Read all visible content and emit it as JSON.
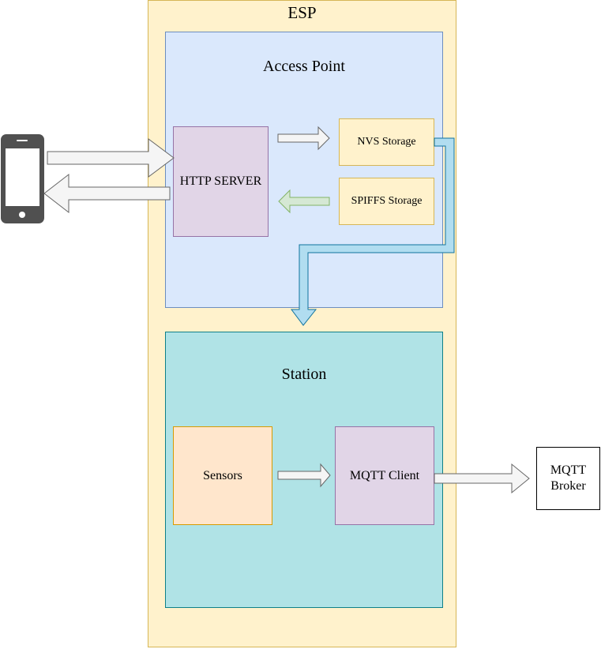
{
  "esp": {
    "title": "ESP"
  },
  "access_point": {
    "title": "Access Point"
  },
  "station": {
    "title": "Station"
  },
  "http_server": {
    "label": "HTTP SERVER"
  },
  "nvs_storage": {
    "label": "NVS Storage"
  },
  "spiffs_storage": {
    "label": "SPIFFS Storage"
  },
  "sensors": {
    "label": "Sensors"
  },
  "mqtt_client": {
    "label": "MQTT Client"
  },
  "mqtt_broker": {
    "label_line1": "MQTT",
    "label_line2": "Broker"
  },
  "colors": {
    "esp_fill": "#fff2cc",
    "esp_stroke": "#d6b656",
    "ap_fill": "#dae8fc",
    "ap_stroke": "#6c8ebf",
    "station_fill": "#b0e3e6",
    "station_stroke": "#0e8088",
    "http_fill": "#e1d5e7",
    "http_stroke": "#9673a6",
    "storage_fill": "#fff2cc",
    "storage_stroke": "#d6b656",
    "sensors_fill": "#ffe6cc",
    "sensors_stroke": "#d79b00",
    "arrow_gray_fill": "#f5f5f5",
    "arrow_gray_stroke": "#666666",
    "arrow_green_fill": "#d5e8d4",
    "arrow_green_stroke": "#82b366",
    "arrow_blue_fill": "#b1ddf0",
    "arrow_blue_stroke": "#10739e",
    "phone_fill": "#505050"
  },
  "icons": {
    "phone": "smartphone-icon"
  }
}
